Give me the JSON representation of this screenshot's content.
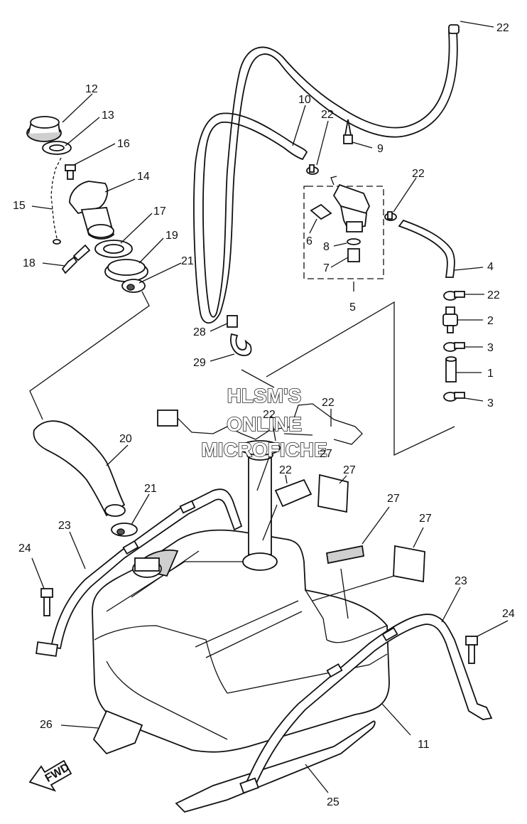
{
  "watermark": {
    "line1": "HLSM'S",
    "line2": "ONLINE",
    "line3": "MICROFICHE"
  },
  "fwd_label": "FWD",
  "labels": {
    "l1": "1",
    "l2": "2",
    "l3a": "3",
    "l3b": "3",
    "l4": "4",
    "l5": "5",
    "l6": "6",
    "l7": "7",
    "l8": "8",
    "l9": "9",
    "l10": "10",
    "l11": "11",
    "l12": "12",
    "l13": "13",
    "l14": "14",
    "l15": "15",
    "l16": "16",
    "l17": "17",
    "l18": "18",
    "l19": "19",
    "l20": "20",
    "l21a": "21",
    "l21b": "21",
    "l22a": "22",
    "l22b": "22",
    "l22c": "22",
    "l22d": "22",
    "l22e": "22",
    "l22f": "22",
    "l22g": "22",
    "l23a": "23",
    "l23b": "23",
    "l24a": "24",
    "l24b": "24",
    "l25": "25",
    "l26": "26",
    "l27a": "27",
    "l27b": "27",
    "l27c": "27",
    "l27d": "27",
    "l28": "28",
    "l29": "29"
  }
}
